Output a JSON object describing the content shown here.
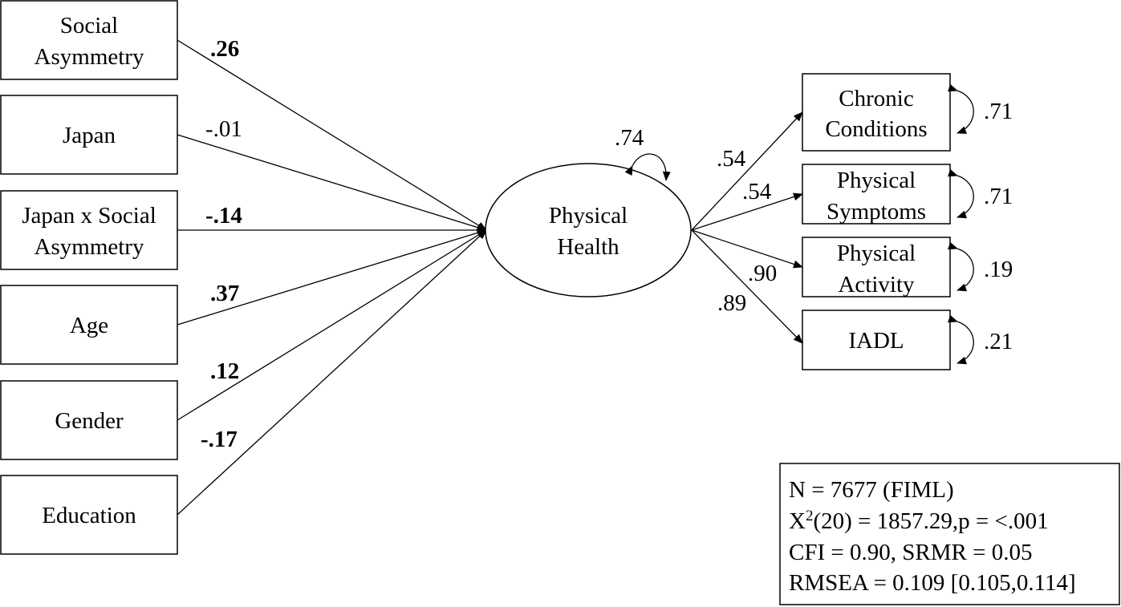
{
  "predictors": [
    {
      "id": "social-asymmetry",
      "lines": [
        "Social",
        "Asymmetry"
      ],
      "coef": ".26",
      "bold": true
    },
    {
      "id": "japan",
      "lines": [
        "Japan"
      ],
      "coef": "-.01",
      "bold": false
    },
    {
      "id": "japan-x-social-asymmetry",
      "lines": [
        "Japan x Social",
        "Asymmetry"
      ],
      "coef": "-.14",
      "bold": true
    },
    {
      "id": "age",
      "lines": [
        "Age"
      ],
      "coef": ".37",
      "bold": true
    },
    {
      "id": "gender",
      "lines": [
        "Gender"
      ],
      "coef": ".12",
      "bold": true
    },
    {
      "id": "education",
      "lines": [
        "Education"
      ],
      "coef": "-.17",
      "bold": true
    }
  ],
  "latent": {
    "lines": [
      "Physical",
      "Health"
    ],
    "residual": ".74"
  },
  "indicators": [
    {
      "id": "chronic-conditions",
      "lines": [
        "Chronic",
        "Conditions"
      ],
      "loading": ".54",
      "residual": ".71"
    },
    {
      "id": "physical-symptoms",
      "lines": [
        "Physical",
        "Symptoms"
      ],
      "loading": ".54",
      "residual": ".71"
    },
    {
      "id": "physical-activity",
      "lines": [
        "Physical",
        "Activity"
      ],
      "loading": ".90",
      "residual": ".19"
    },
    {
      "id": "iadl",
      "lines": [
        "IADL"
      ],
      "loading": ".89",
      "residual": ".21"
    }
  ],
  "fit_stats": {
    "n": "N = 7677 (FIML)",
    "chi_prefix": "X",
    "chi_sup": "2",
    "chi_rest": "(20) = 1857.29,p = <.001",
    "cfi": "CFI = 0.90, SRMR = 0.05",
    "rmsea": "RMSEA = 0.109 [0.105,0.114]"
  }
}
